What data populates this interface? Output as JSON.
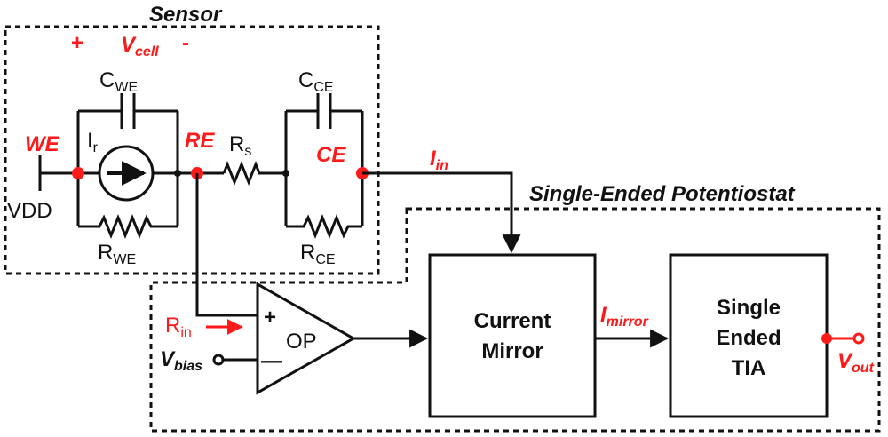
{
  "sensor": {
    "title": "Sensor",
    "plus": "+",
    "minus": "-",
    "vcell_main": "V",
    "vcell_sub": "cell",
    "cwe_main": "C",
    "cwe_sub": "WE",
    "cce_main": "C",
    "cce_sub": "CE",
    "we": "WE",
    "re": "RE",
    "ce": "CE",
    "ir_main": "I",
    "ir_sub": "r",
    "rs_main": "R",
    "rs_sub": "s",
    "vdd": "VDD",
    "rwe_main": "R",
    "rwe_sub": "WE",
    "rce_main": "R",
    "rce_sub": "CE"
  },
  "signals": {
    "iin_main": "I",
    "iin_sub": "in",
    "imirror_main": "I",
    "imirror_sub": "mirror",
    "rin_main": "R",
    "rin_sub": "in",
    "vbias_main": "V",
    "vbias_sub": "bias",
    "vout_main": "V",
    "vout_sub": "out"
  },
  "potentiostat": {
    "title": "Single-Ended Potentiostat",
    "op": "OP",
    "op_plus": "+",
    "op_minus": "—",
    "mirror_line1": "Current",
    "mirror_line2": "Mirror",
    "tia_line1": "Single",
    "tia_line2": "Ended",
    "tia_line3": "TIA"
  },
  "colors": {
    "accent": "#ff1a1a",
    "line": "#111111"
  }
}
